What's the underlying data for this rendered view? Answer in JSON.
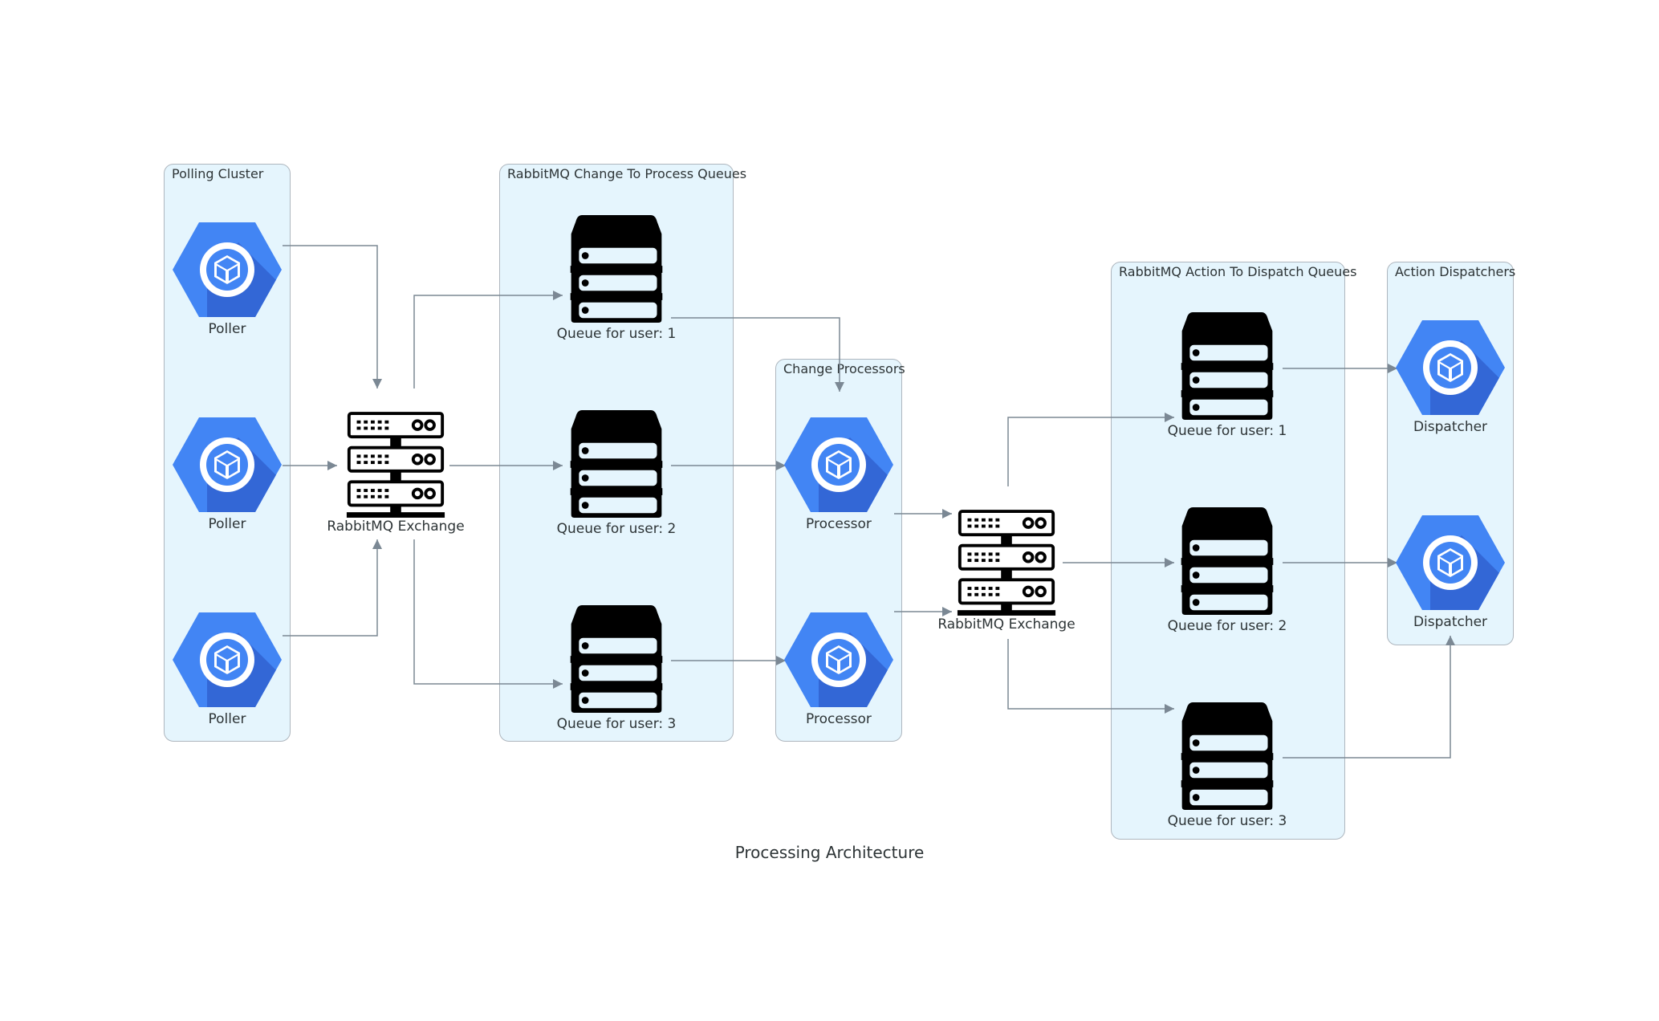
{
  "title": "Processing Architecture",
  "colors": {
    "cluster_fill": "#e5f5fd",
    "cluster_border": "#aeb6be",
    "edge": "#7b8894",
    "gcp_blue": "#4285f4",
    "gcp_blue_dark": "#3367d6"
  },
  "clusters": {
    "polling": "Polling Cluster",
    "change_queues": "RabbitMQ Change To Process Queues",
    "processors": "Change Processors",
    "action_queues": "RabbitMQ Action To Dispatch Queues",
    "dispatchers": "Action Dispatchers"
  },
  "nodes": {
    "poller_1": "Poller",
    "poller_2": "Poller",
    "poller_3": "Poller",
    "exchange_1": "RabbitMQ Exchange",
    "change_queue_1": "Queue for user: 1",
    "change_queue_2": "Queue for user: 2",
    "change_queue_3": "Queue for user: 3",
    "processor_1": "Processor",
    "processor_2": "Processor",
    "exchange_2": "RabbitMQ Exchange",
    "action_queue_1": "Queue for user: 1",
    "action_queue_2": "Queue for user: 2",
    "action_queue_3": "Queue for user: 3",
    "dispatcher_1": "Dispatcher",
    "dispatcher_2": "Dispatcher"
  },
  "icons": {
    "poller": "gcp-compute-engine-icon",
    "processor": "gcp-compute-engine-icon",
    "dispatcher": "gcp-compute-engine-icon",
    "exchange": "server-rack-icon",
    "queue": "database-stack-icon"
  },
  "edges": [
    {
      "from": "poller_1",
      "to": "exchange_1"
    },
    {
      "from": "poller_2",
      "to": "exchange_1"
    },
    {
      "from": "poller_3",
      "to": "exchange_1"
    },
    {
      "from": "exchange_1",
      "to": "change_queue_1"
    },
    {
      "from": "exchange_1",
      "to": "change_queue_2"
    },
    {
      "from": "exchange_1",
      "to": "change_queue_3"
    },
    {
      "from": "change_queue_1",
      "to": "processor_1"
    },
    {
      "from": "change_queue_2",
      "to": "processor_1"
    },
    {
      "from": "change_queue_3",
      "to": "processor_2"
    },
    {
      "from": "processor_1",
      "to": "exchange_2"
    },
    {
      "from": "processor_2",
      "to": "exchange_2"
    },
    {
      "from": "exchange_2",
      "to": "action_queue_1"
    },
    {
      "from": "exchange_2",
      "to": "action_queue_2"
    },
    {
      "from": "exchange_2",
      "to": "action_queue_3"
    },
    {
      "from": "action_queue_1",
      "to": "dispatcher_1"
    },
    {
      "from": "action_queue_2",
      "to": "dispatcher_2"
    },
    {
      "from": "action_queue_3",
      "to": "dispatcher_2"
    }
  ]
}
